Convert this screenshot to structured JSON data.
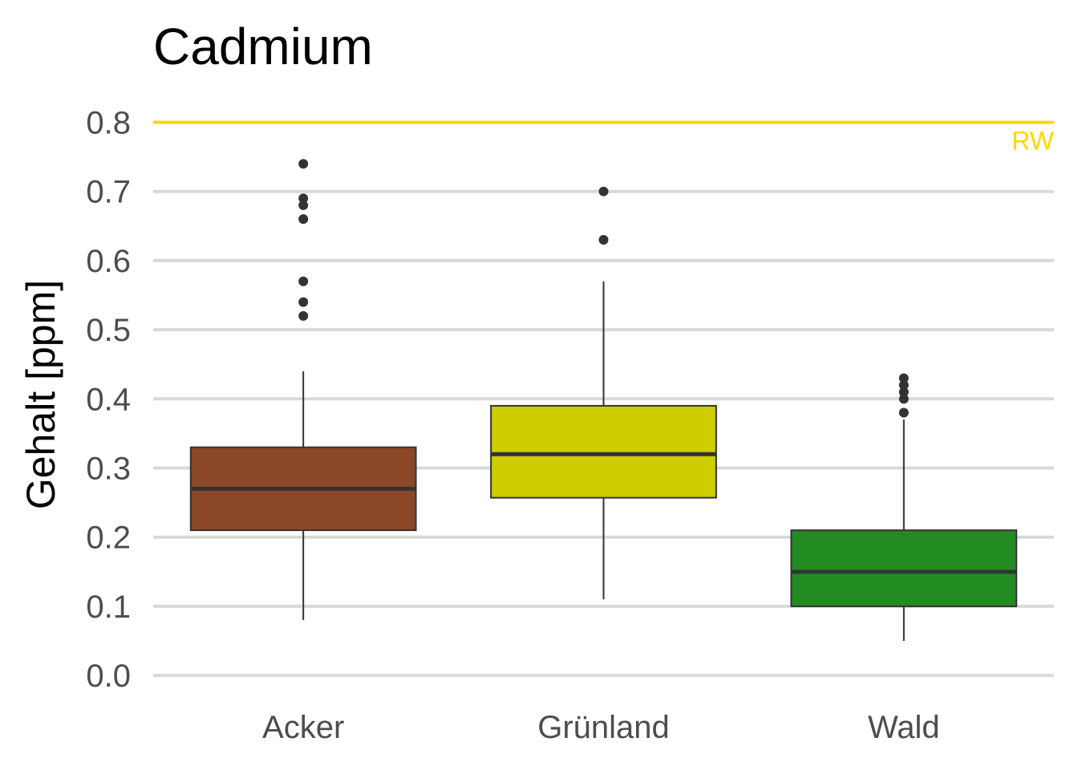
{
  "chart_data": {
    "type": "boxplot",
    "title": "Cadmium",
    "xlabel": "",
    "ylabel": "Gehalt [ppm]",
    "ylim": [
      -0.03,
      0.84
    ],
    "y_ticks": [
      0.0,
      0.1,
      0.2,
      0.3,
      0.4,
      0.5,
      0.6,
      0.7,
      0.8
    ],
    "y_tick_labels": [
      "0.0",
      "0.1",
      "0.2",
      "0.3",
      "0.4",
      "0.5",
      "0.6",
      "0.7",
      "0.8"
    ],
    "grid": "horizontal",
    "categories": [
      "Acker",
      "Grünland",
      "Wald"
    ],
    "series": [
      {
        "category": "Acker",
        "color": "#8B4726",
        "whisker_low": 0.08,
        "q1": 0.21,
        "median": 0.27,
        "q3": 0.33,
        "whisker_high": 0.44,
        "outliers": [
          0.52,
          0.54,
          0.57,
          0.66,
          0.68,
          0.69,
          0.74
        ]
      },
      {
        "category": "Grünland",
        "color": "#CDCD00",
        "whisker_low": 0.11,
        "q1": 0.257,
        "median": 0.32,
        "q3": 0.39,
        "whisker_high": 0.57,
        "outliers": [
          0.63,
          0.7
        ]
      },
      {
        "category": "Wald",
        "color": "#228B22",
        "whisker_low": 0.05,
        "q1": 0.1,
        "median": 0.15,
        "q3": 0.21,
        "whisker_high": 0.37,
        "outliers": [
          0.38,
          0.4,
          0.41,
          0.42,
          0.43
        ]
      }
    ],
    "reference_line": {
      "value": 0.8,
      "label": "RW",
      "color": "#FFD700"
    },
    "colors": {
      "outline": "#333333",
      "grid": "#d9d9d9",
      "tick_text": "#4d4d4d"
    }
  }
}
